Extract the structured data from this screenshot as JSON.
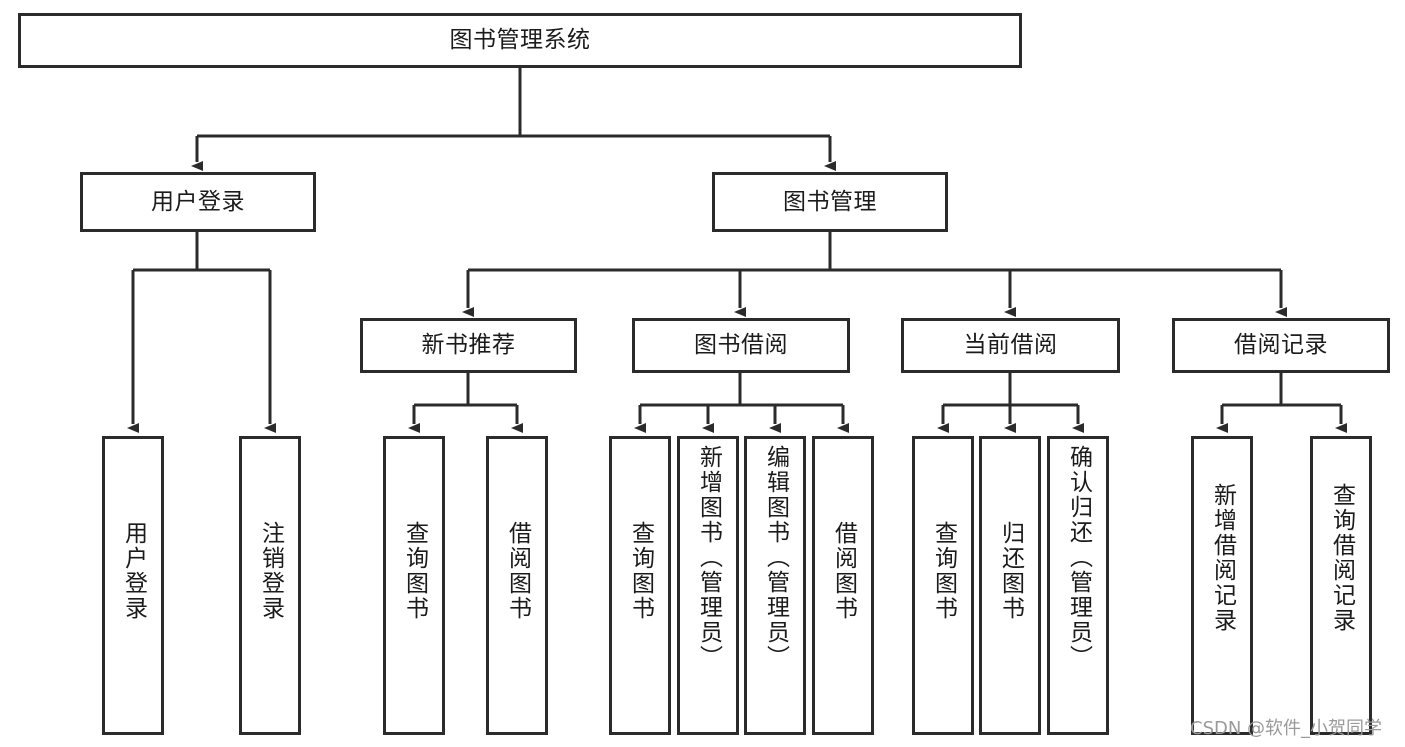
{
  "diagram": {
    "type": "hierarchy-tree",
    "title": "图书管理系统",
    "watermark": "CSDN @软件_小贺同学",
    "colors": {
      "stroke": "#2b2b2b",
      "fill": "#ffffff",
      "text": "#1b1b1b",
      "watermark": "#9a9a9a"
    },
    "levels": {
      "level1": [
        {
          "id": "root",
          "label": "图书管理系统"
        }
      ],
      "level2": [
        {
          "id": "user-login",
          "label": "用户登录"
        },
        {
          "id": "book-manage",
          "label": "图书管理"
        }
      ],
      "level3": [
        {
          "id": "new-book-rec",
          "label": "新书推荐",
          "parent": "book-manage"
        },
        {
          "id": "book-borrow",
          "label": "图书借阅",
          "parent": "book-manage"
        },
        {
          "id": "current-borrow",
          "label": "当前借阅",
          "parent": "book-manage"
        },
        {
          "id": "borrow-record",
          "label": "借阅记录",
          "parent": "book-manage"
        }
      ],
      "level4": [
        {
          "id": "leaf-user-login",
          "label": "用户登录",
          "parent": "user-login"
        },
        {
          "id": "leaf-user-logout",
          "label": "注销登录",
          "parent": "user-login"
        },
        {
          "id": "leaf-query-book-1",
          "label": "查询图书",
          "parent": "new-book-rec"
        },
        {
          "id": "leaf-borrow-book-1",
          "label": "借阅图书",
          "parent": "new-book-rec"
        },
        {
          "id": "leaf-query-book-2",
          "label": "查询图书",
          "parent": "book-borrow"
        },
        {
          "id": "leaf-add-book",
          "label": "新增图书（管理员）",
          "parent": "book-borrow"
        },
        {
          "id": "leaf-edit-book",
          "label": "编辑图书（管理员）",
          "parent": "book-borrow"
        },
        {
          "id": "leaf-borrow-book-2",
          "label": "借阅图书",
          "parent": "book-borrow"
        },
        {
          "id": "leaf-query-book-3",
          "label": "查询图书",
          "parent": "current-borrow"
        },
        {
          "id": "leaf-return-book",
          "label": "归还图书",
          "parent": "current-borrow"
        },
        {
          "id": "leaf-confirm-return",
          "label": "确认归还（管理员）",
          "parent": "current-borrow"
        },
        {
          "id": "leaf-add-record",
          "label": "新增借阅记录",
          "parent": "borrow-record"
        },
        {
          "id": "leaf-query-record",
          "label": "查询借阅记录",
          "parent": "borrow-record"
        }
      ]
    }
  }
}
